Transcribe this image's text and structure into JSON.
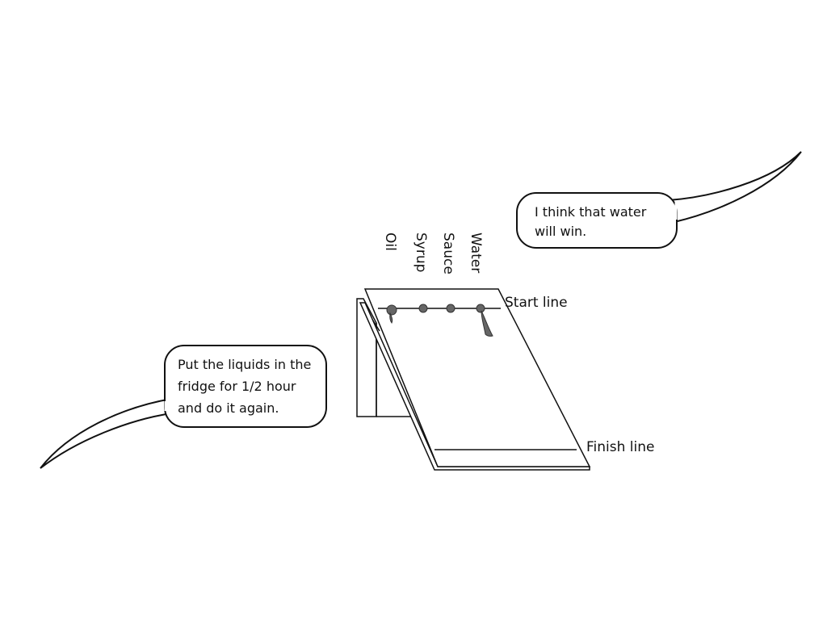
{
  "bubbles": {
    "right": {
      "line1": "I think that water",
      "line2": "will win."
    },
    "left": {
      "line1": "Put the liquids in the",
      "line2": "fridge for 1/2 hour",
      "line3": "and do it again."
    }
  },
  "liquids": [
    "Oil",
    "Syrup",
    "Sauce",
    "Water"
  ],
  "labels": {
    "start": "Start line",
    "finish": "Finish line"
  }
}
